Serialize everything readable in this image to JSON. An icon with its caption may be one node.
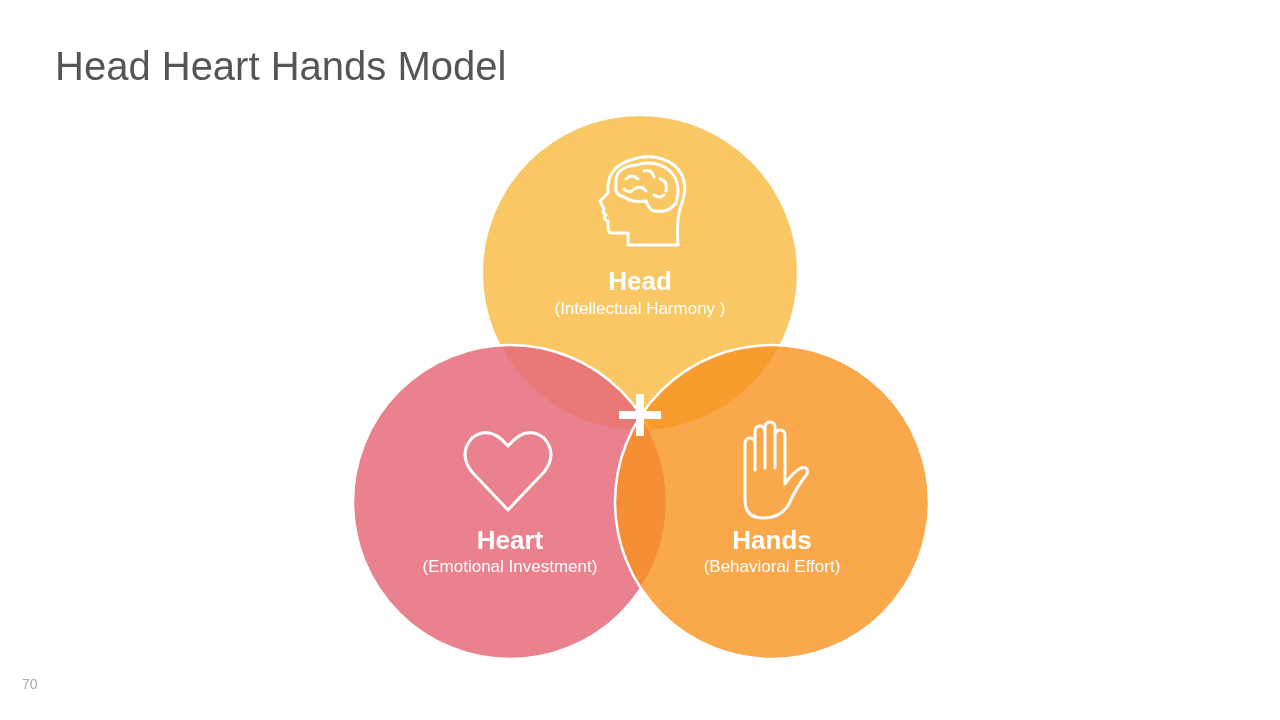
{
  "diagram": {
    "title": "Head Heart Hands Model",
    "nodes": [
      {
        "text": [
          "Head",
          "(Intellectual Harmony )"
        ]
      },
      {
        "text": [
          "Heart",
          "(Emotional Investment)"
        ]
      },
      {
        "text": [
          "Hands",
          "(Behavioral Effort)"
        ]
      }
    ],
    "labels": [
      "70"
    ]
  }
}
